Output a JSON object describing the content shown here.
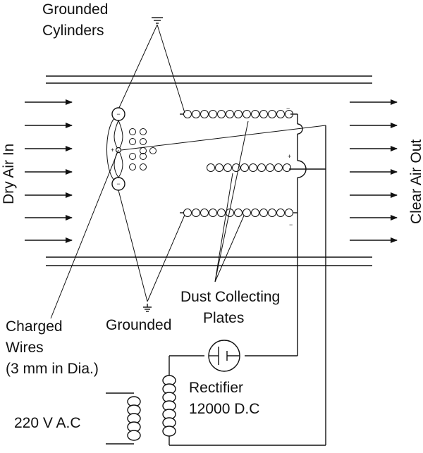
{
  "labels": {
    "grounded_cylinders_line1": "Grounded",
    "grounded_cylinders_line2": "Cylinders",
    "dry_air_in": "Dry Air In",
    "clear_air_out": "Clear Air Out",
    "charged_wires_line1": "Charged",
    "charged_wires_line2": "Wires",
    "charged_wires_line3": "(3 mm in Dia.)",
    "grounded": "Grounded",
    "dust_collecting_line1": "Dust Collecting",
    "dust_collecting_line2": "Plates",
    "rectifier": "Rectifier",
    "rectifier_voltage": "12000 D.C",
    "ac_supply": "220 V A.C"
  },
  "symbols": {
    "minus": "−",
    "plus": "+"
  }
}
